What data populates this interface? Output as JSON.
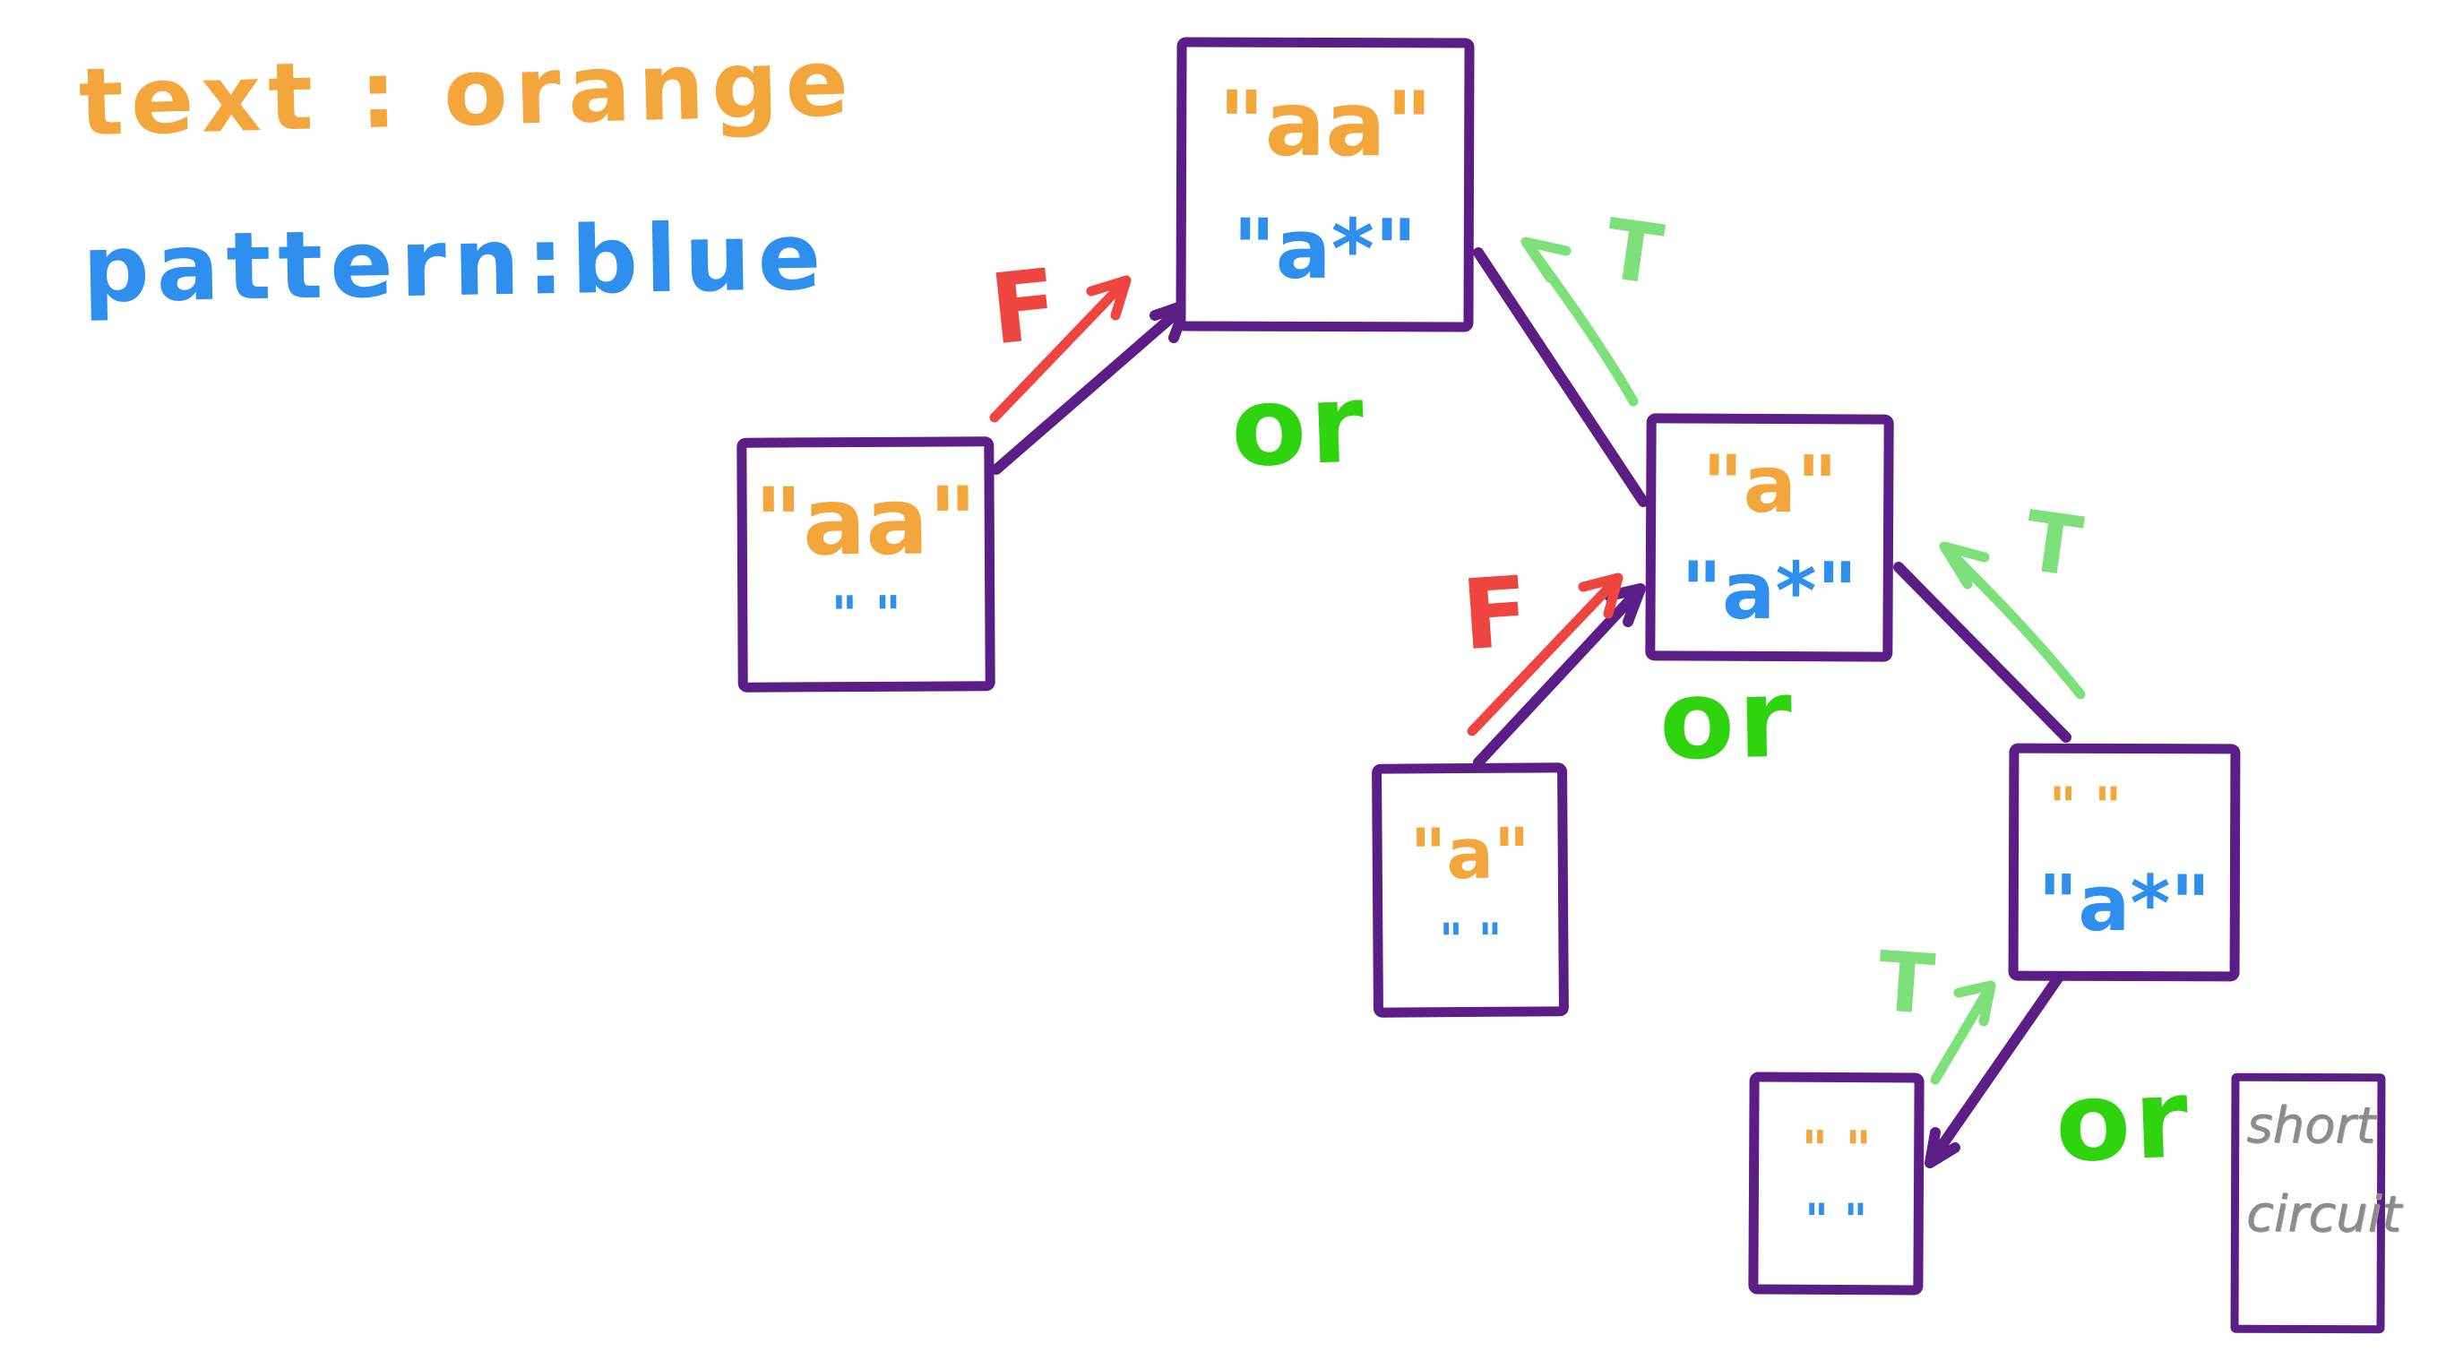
{
  "legend": {
    "text_line": "text : orange",
    "pattern_line": "pattern:blue"
  },
  "labels": {
    "false_label": "F",
    "true_label": "T",
    "or_label": "or"
  },
  "note": {
    "line1": "short",
    "line2": "circuit"
  },
  "colors": {
    "text_orange": "#f2a63c",
    "pattern_blue": "#2e8fee",
    "box_purple": "#5b1e86",
    "false_red": "#ee4540",
    "true_light_green": "#7de07a",
    "or_green": "#2fd30e",
    "note_gray": "#8b8b8b"
  },
  "nodes": [
    {
      "id": "root",
      "text": "\"aa\"",
      "pattern": "\"a*\""
    },
    {
      "id": "left",
      "text": "\"aa\"",
      "pattern": "\" \""
    },
    {
      "id": "right",
      "text": "\"a\"",
      "pattern": "\"a*\""
    },
    {
      "id": "mid-bottom",
      "text": "\"a\"",
      "pattern": "\" \""
    },
    {
      "id": "far-right",
      "text": "\" \"",
      "pattern": "\"a*\""
    },
    {
      "id": "bottom",
      "text": "\" \"",
      "pattern": "\" \""
    }
  ]
}
